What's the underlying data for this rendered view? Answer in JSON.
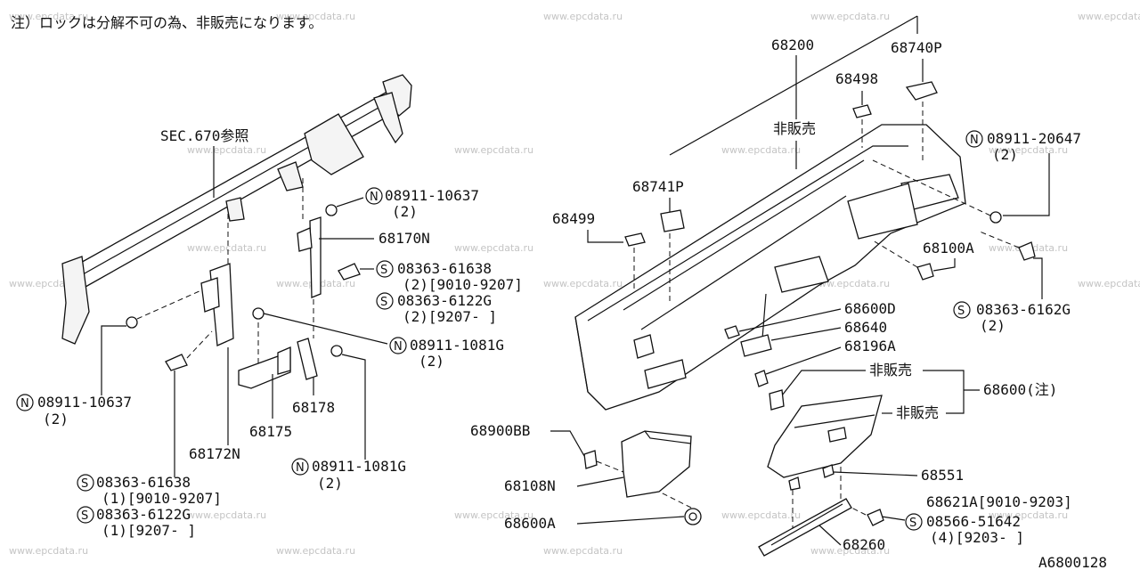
{
  "note": "注）ロックは分解不可の為、非販売になります。",
  "diagram_code": "A6800128",
  "watermark": "www.epcdata.ru",
  "labels": {
    "sec670": "SEC.670参照",
    "p68200": "68200",
    "p68740P": "68740P",
    "p68498": "68498",
    "hihanbai1": "非販売",
    "n08911_20647": "08911-20647",
    "n08911_20647_qty": "(2)",
    "p68741P": "68741P",
    "p68499": "68499",
    "p68100A": "68100A",
    "s08363_6162G": "08363-6162G",
    "s08363_6162G_qty": "(2)",
    "n08911_10637a": "08911-10637",
    "n08911_10637a_qty": "(2)",
    "p68170N": "68170N",
    "s08363_61638a": "08363-61638",
    "s08363_61638a_qty": "(2)[9010-9207]",
    "s08363_6122Ga": "08363-6122G",
    "s08363_6122Ga_qty": "(2)[9207-    ]",
    "n08911_1081Ga": "08911-1081G",
    "n08911_1081Ga_qty": "(2)",
    "p68600D": "68600D",
    "p68640": "68640",
    "p68196A": "68196A",
    "hihanbai2": "非販売",
    "p68600chu": "68600(注)",
    "hihanbai3": "非販売",
    "n08911_10637b": "08911-10637",
    "n08911_10637b_qty": "(2)",
    "p68178": "68178",
    "p68175": "68175",
    "p68172N": "68172N",
    "n08911_1081Gb": "08911-1081G",
    "n08911_1081Gb_qty": "(2)",
    "s08363_61638b": "08363-61638",
    "s08363_61638b_qty": "(1)[9010-9207]",
    "s08363_6122Gb": "08363-6122G",
    "s08363_6122Gb_qty": "(1)[9207-    ]",
    "p68900BB": "68900BB",
    "p68108N": "68108N",
    "p68600A": "68600A",
    "p68551": "68551",
    "p68621A": "68621A[9010-9203]",
    "s08566_51642": "08566-51642",
    "s08566_51642_qty": "(4)[9203-    ]",
    "p68260": "68260"
  },
  "prefix": {
    "N": "N",
    "S": "S"
  }
}
